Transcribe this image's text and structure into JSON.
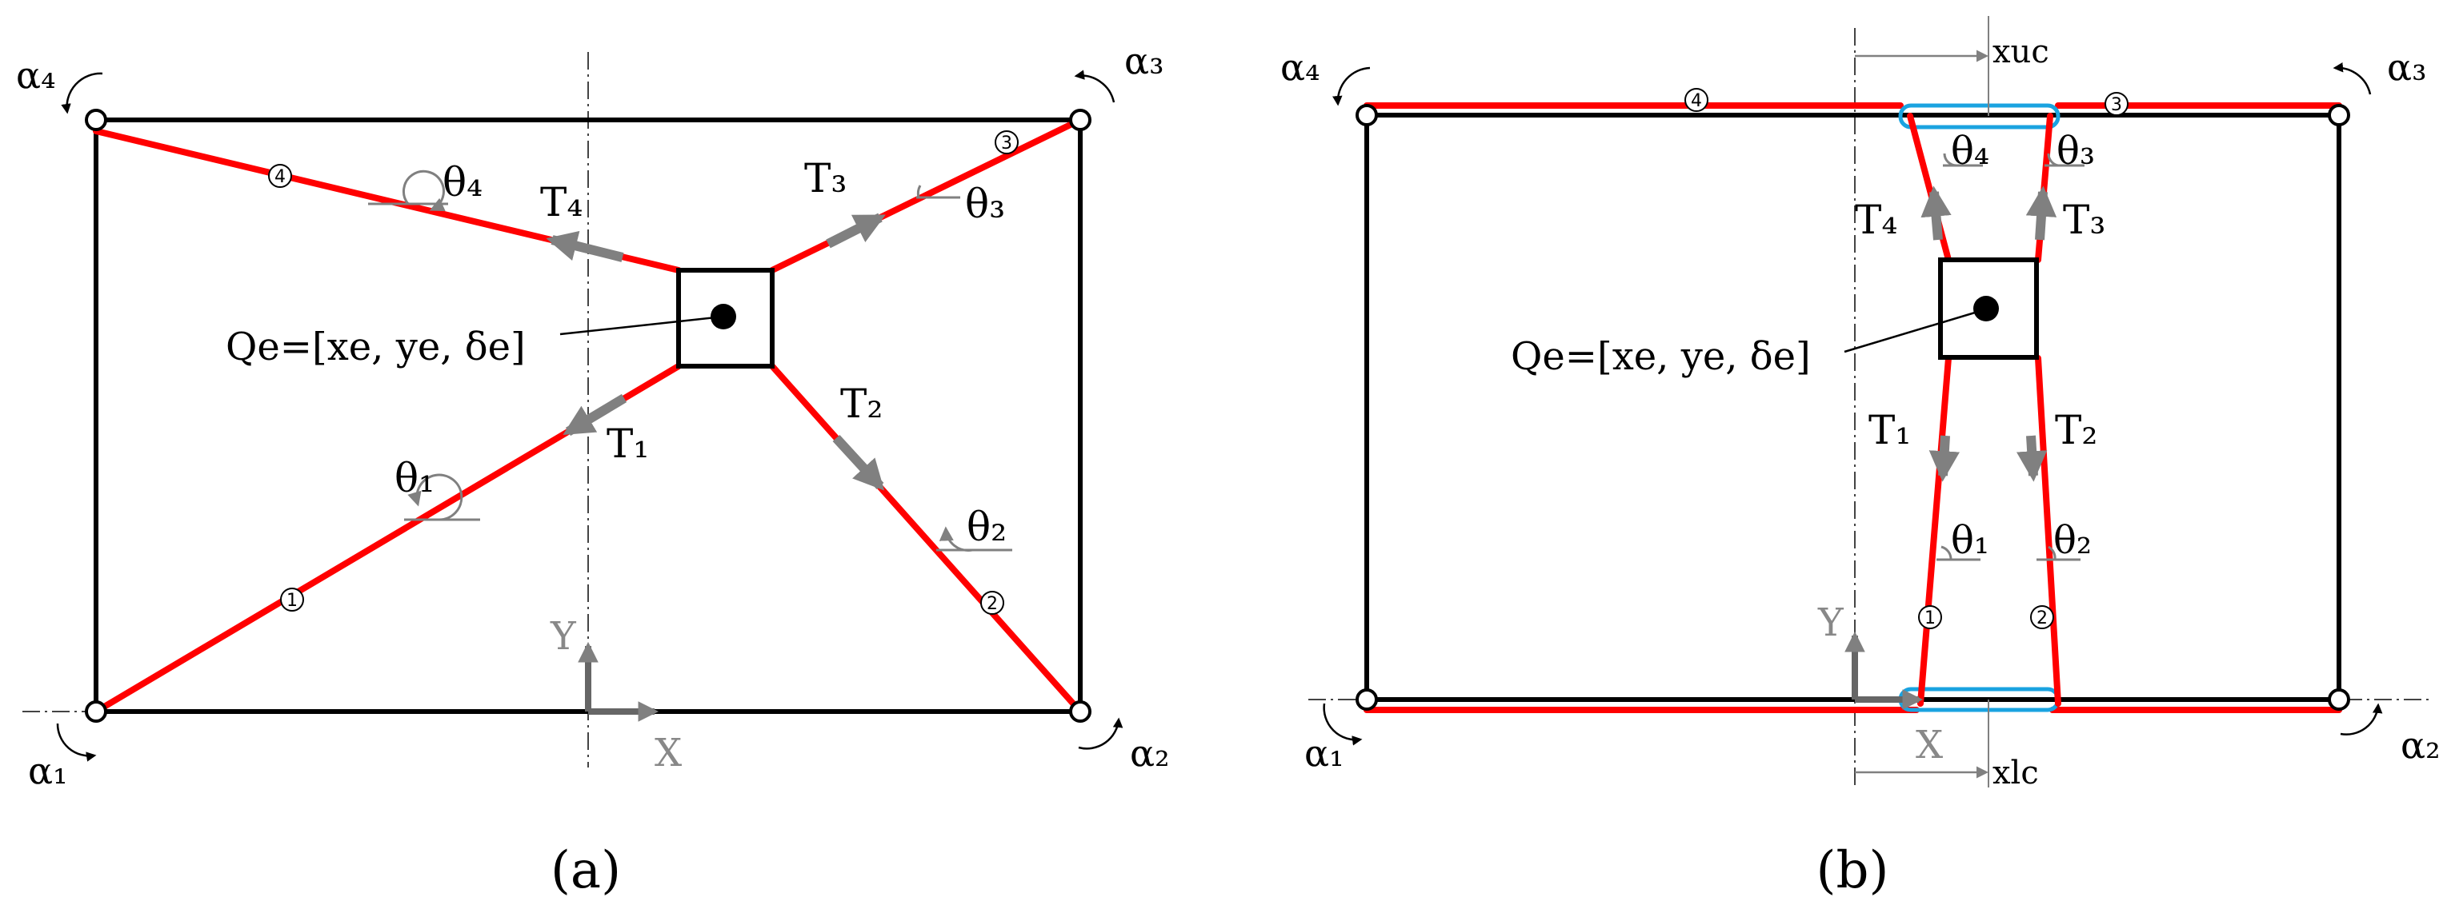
{
  "panels": {
    "a": {
      "caption": "(a)",
      "alpha": [
        "α₁",
        "α₂",
        "α₃",
        "α₄"
      ],
      "tensions": [
        "T₁",
        "T₂",
        "T₃",
        "T₄"
      ],
      "thetas": [
        "θ₁",
        "θ₂",
        "θ₃",
        "θ₄"
      ],
      "cable_numbers": [
        "1",
        "2",
        "3",
        "4"
      ],
      "pose_label": "Qe=[xe, ye, δe]",
      "axis_x": "X",
      "axis_y": "Y"
    },
    "b": {
      "caption": "(b)",
      "alpha": [
        "α₁",
        "α₂",
        "α₃",
        "α₄"
      ],
      "tensions": [
        "T₁",
        "T₂",
        "T₃",
        "T₄"
      ],
      "thetas": [
        "θ₁",
        "θ₂",
        "θ₃",
        "θ₄"
      ],
      "cable_numbers": [
        "1",
        "2",
        "3",
        "4"
      ],
      "pose_label": "Qe=[xe, ye, δe]",
      "axis_x": "X",
      "axis_y": "Y",
      "xuc": "xuc",
      "xlc": "xlc"
    }
  },
  "colors": {
    "frame": "#000000",
    "cable": "#ff0000",
    "tension_arrow": "#808080",
    "constraint": "#1aa3e0"
  }
}
